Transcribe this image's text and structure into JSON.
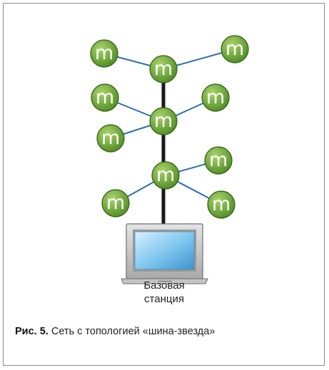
{
  "diagram": {
    "node_letter": "m",
    "colors": {
      "bus_line": "#1a1a1a",
      "star_link": "#2b6fb0",
      "node_fill_light": "#a9d36a",
      "node_fill_dark": "#4d8a22",
      "node_border": "#2f5e14",
      "node_letter": "#ffffff"
    },
    "station_label_line1": "Базовая",
    "station_label_line2": "станция"
  },
  "caption": {
    "label": "Рис. 5.",
    "text": "Сеть с топологией «шина-звезда»"
  }
}
